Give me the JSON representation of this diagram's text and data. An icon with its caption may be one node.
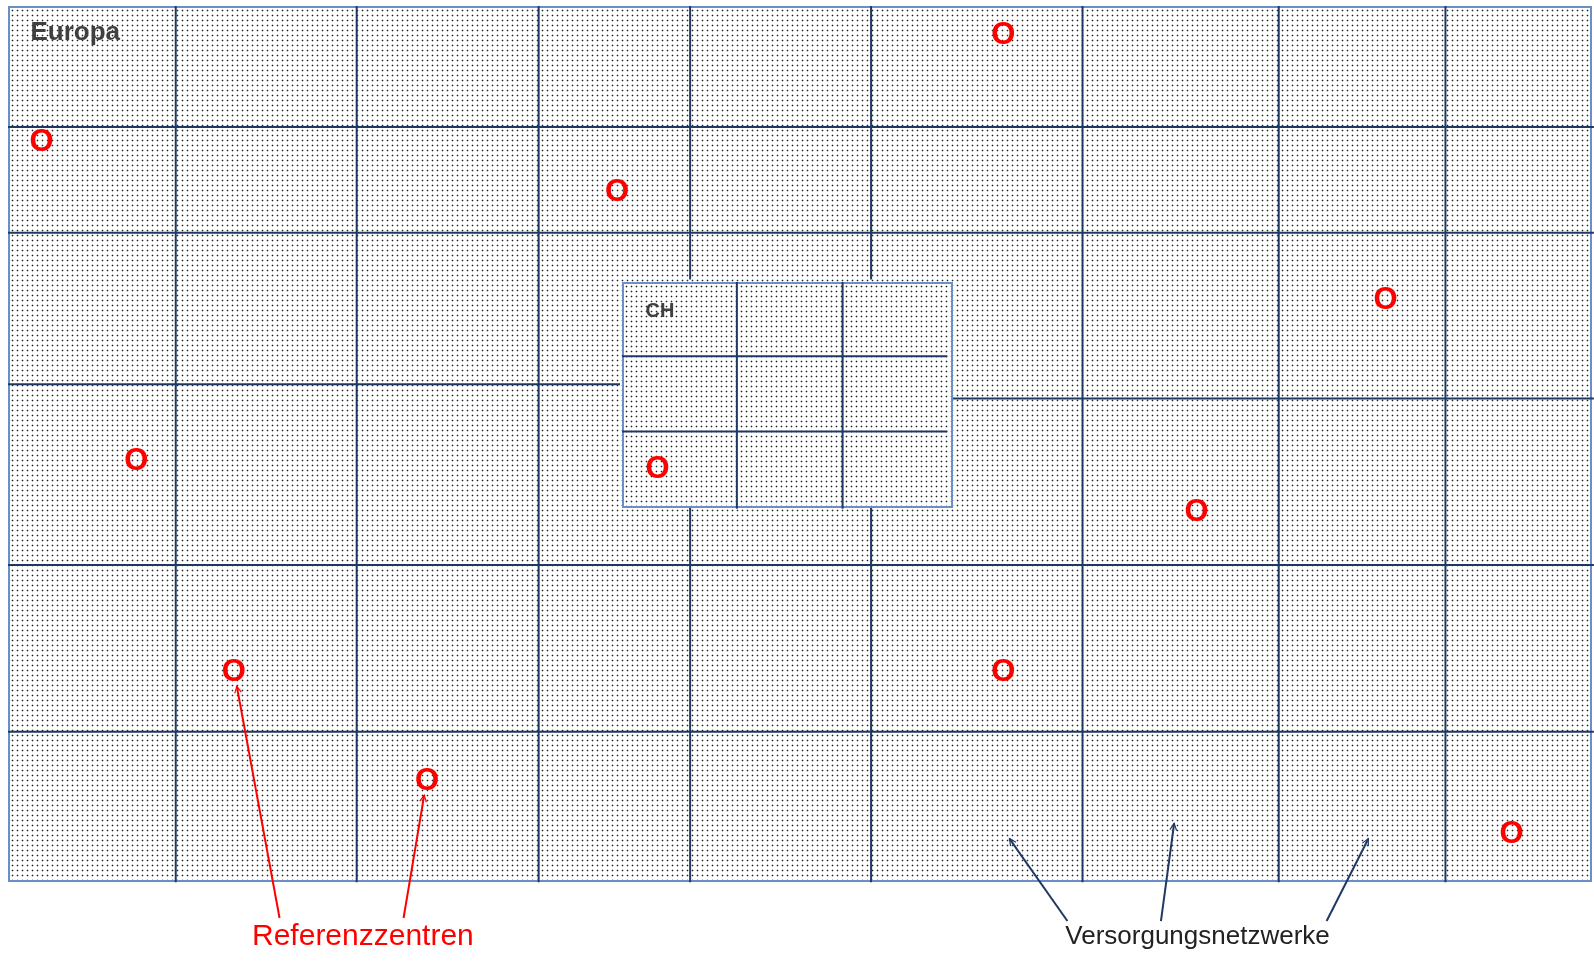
{
  "diagram": {
    "nodes": [
      {
        "text": [
          "Europa"
        ]
      },
      {
        "text": [
          "O"
        ],
        "in": 0
      },
      {
        "text": [
          "O"
        ],
        "in": 0
      },
      {
        "text": [
          "O"
        ],
        "in": 0
      },
      {
        "text": [
          "CH"
        ],
        "in": 0
      },
      {
        "text": [
          "O"
        ],
        "in": 4
      },
      {
        "text": [
          "O"
        ],
        "in": 0
      },
      {
        "text": [
          "O"
        ],
        "in": 0
      },
      {
        "text": [
          "O"
        ],
        "in": 0
      },
      {
        "text": [
          "O"
        ],
        "in": 0
      },
      {
        "text": [
          "O"
        ],
        "in": 0
      },
      {
        "text": [
          "O"
        ],
        "in": 0
      },
      {
        "text": [
          "O"
        ],
        "in": 0
      },
      {
        "text": [
          "Referenzzentren"
        ]
      },
      {
        "text": [
          "Versorgungsnetzwerke"
        ]
      }
    ],
    "edges": [
      {
        "from": 13,
        "to": 9,
        "arrow": "to",
        "color": "#ff0000"
      },
      {
        "from": 13,
        "to": 11,
        "arrow": "to",
        "color": "#ff0000"
      },
      {
        "from": 14,
        "to": null,
        "arrow": "to"
      },
      {
        "from": 14,
        "to": null,
        "arrow": "to"
      },
      {
        "from": 14,
        "to": null,
        "arrow": "to"
      }
    ]
  }
}
